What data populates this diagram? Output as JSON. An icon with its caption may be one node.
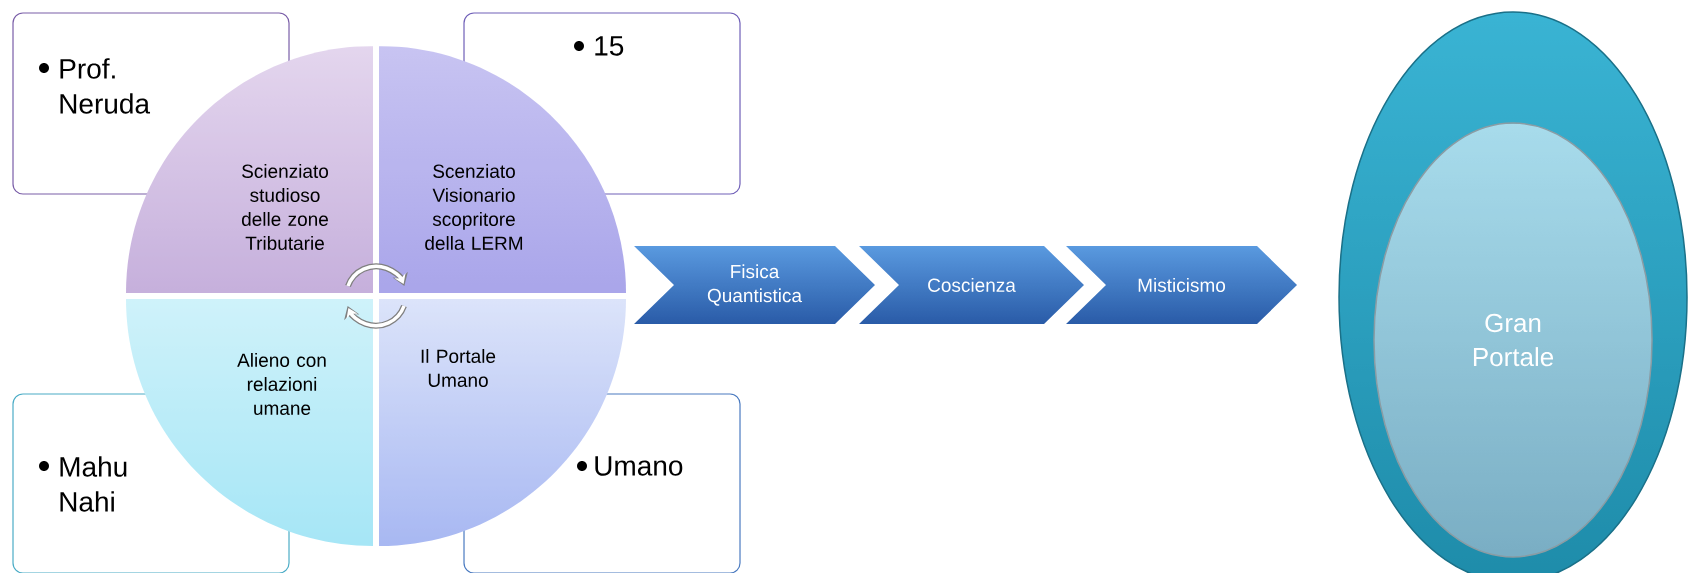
{
  "diagram": {
    "nodes": [
      {
        "text": [
          "Prof. Neruda"
        ]
      },
      {
        "text": [
          "15"
        ]
      },
      {
        "text": [
          "Mahu Nahi"
        ]
      },
      {
        "text": [
          "Umano"
        ]
      },
      {
        "text": [
          "Scienziato studioso delle zone Tributarie"
        ]
      },
      {
        "text": [
          "Scenziato Visionario scopritore della LERM"
        ]
      },
      {
        "text": [
          "Alieno con relazioni umane"
        ]
      },
      {
        "text": [
          "Il Portale Umano"
        ]
      },
      {
        "text": [
          "Fisica Quantistica"
        ]
      },
      {
        "text": [
          "Coscienza"
        ]
      },
      {
        "text": [
          "Misticismo"
        ]
      },
      {
        "text": [],
        "shape": "ellipse"
      },
      {
        "text": [
          "Gran Portale"
        ],
        "in": 11
      }
    ]
  }
}
